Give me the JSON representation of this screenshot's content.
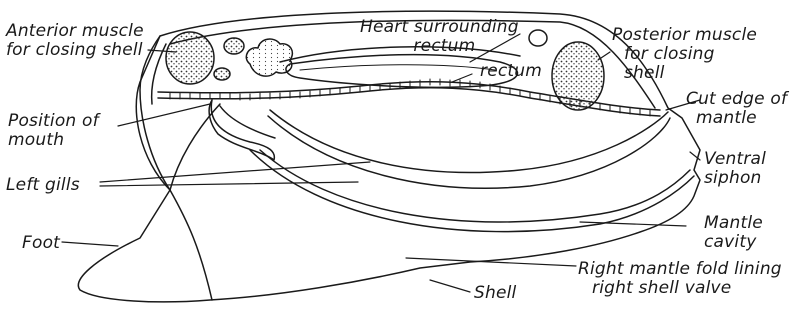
{
  "labels": {
    "anterior_muscle": [
      "Anterior muscle",
      "for closing shell"
    ],
    "heart": [
      "Heart surrounding",
      "rectum"
    ],
    "rectum": "rectum",
    "posterior_muscle": [
      "Posterior muscle",
      "for closing",
      "shell"
    ],
    "position_of_mouth": [
      "Position of",
      "mouth"
    ],
    "cut_edge": [
      "Cut edge of",
      "mantle"
    ],
    "ventral_siphon": [
      "Ventral",
      "siphon"
    ],
    "left_gills": "Left gills",
    "mantle_cavity": [
      "Mantle",
      "cavity"
    ],
    "foot": "Foot",
    "right_mantle_fold": [
      "Right mantle fold lining",
      "right shell valve"
    ],
    "shell": "Shell"
  },
  "colors": {
    "ink": "#1a1a1a",
    "background": "#ffffff"
  }
}
